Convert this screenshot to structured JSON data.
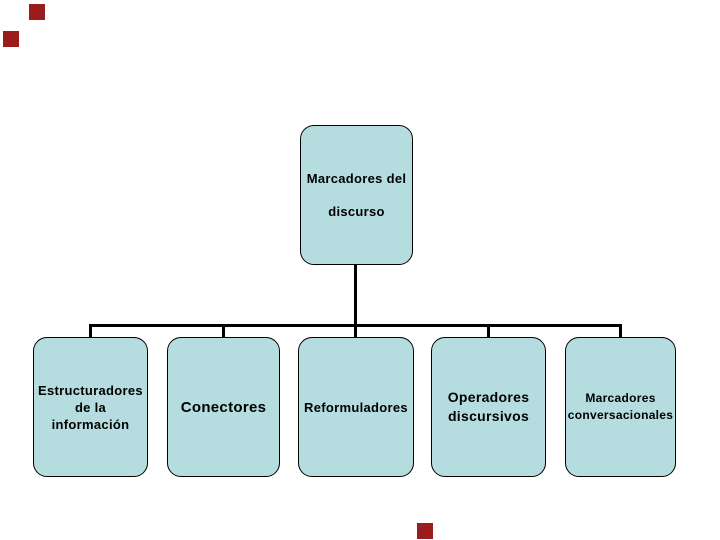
{
  "colors": {
    "background": "#ffffff",
    "node-fill": "#b5dcdf",
    "node-border": "#000000",
    "connector": "#000000",
    "text": "#000000",
    "accent": "#9b1c1c"
  },
  "diagram": {
    "type": "hierarchy",
    "root": {
      "id": "marcadores-del-discurso",
      "lines": [
        "Marcadores del",
        "discurso"
      ]
    },
    "children": [
      {
        "id": "estructuradores-de-la-informacion",
        "lines": [
          "Estructuradores",
          "de la",
          "información"
        ]
      },
      {
        "id": "conectores",
        "lines": [
          "Conectores"
        ]
      },
      {
        "id": "reformuladores",
        "lines": [
          "Reformuladores"
        ]
      },
      {
        "id": "operadores-discursivos",
        "lines": [
          "Operadores",
          "discursivos"
        ]
      },
      {
        "id": "marcadores-conversacionales",
        "lines": [
          "Marcadores",
          "conversacionales"
        ]
      }
    ]
  }
}
